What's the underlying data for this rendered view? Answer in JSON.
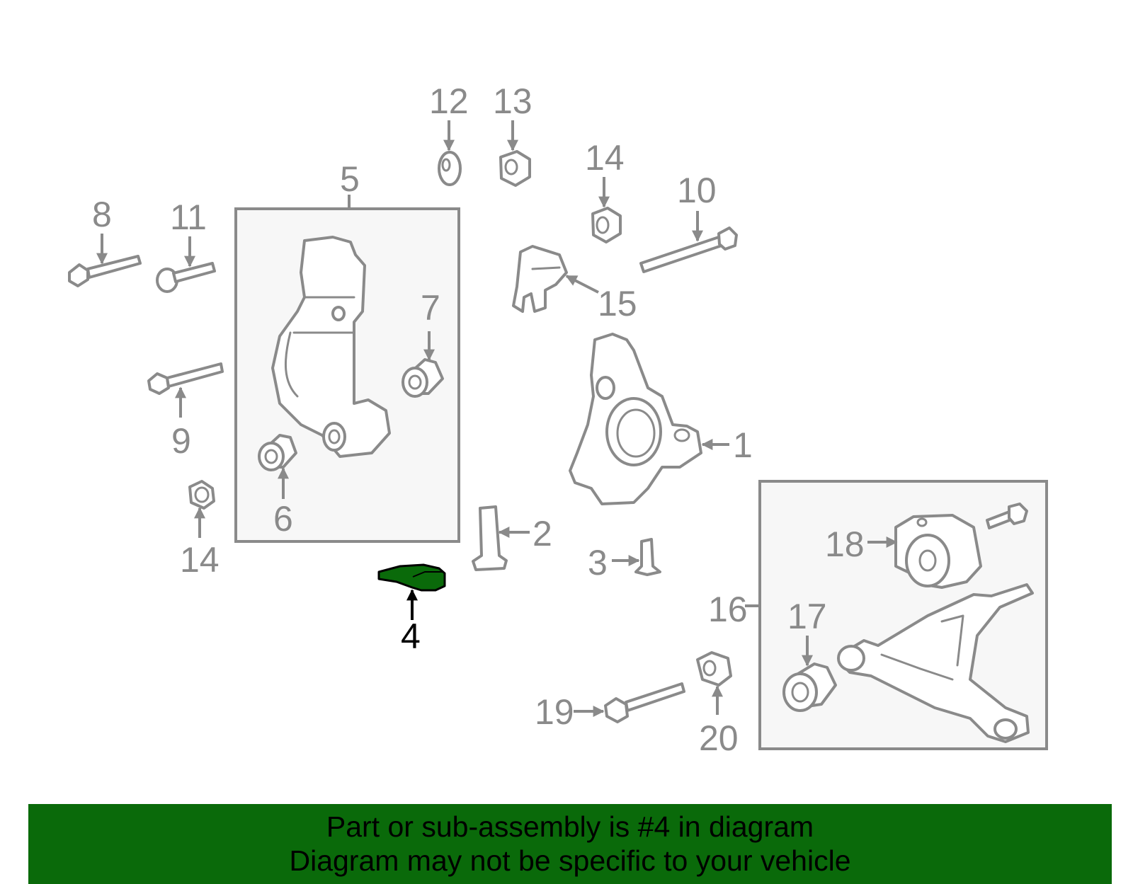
{
  "diagram": {
    "highlight_part": "4",
    "highlight_color": "#0a6a0a",
    "line_color": "#8a8a8a",
    "callouts": [
      {
        "id": "c1",
        "label": "1"
      },
      {
        "id": "c2",
        "label": "2"
      },
      {
        "id": "c3",
        "label": "3"
      },
      {
        "id": "c4",
        "label": "4"
      },
      {
        "id": "c5",
        "label": "5"
      },
      {
        "id": "c6",
        "label": "6"
      },
      {
        "id": "c7",
        "label": "7"
      },
      {
        "id": "c8",
        "label": "8"
      },
      {
        "id": "c9",
        "label": "9"
      },
      {
        "id": "c10",
        "label": "10"
      },
      {
        "id": "c11",
        "label": "11"
      },
      {
        "id": "c12",
        "label": "12"
      },
      {
        "id": "c13",
        "label": "13"
      },
      {
        "id": "c14a",
        "label": "14"
      },
      {
        "id": "c14b",
        "label": "14"
      },
      {
        "id": "c15",
        "label": "15"
      },
      {
        "id": "c16",
        "label": "16"
      },
      {
        "id": "c17",
        "label": "17"
      },
      {
        "id": "c18",
        "label": "18"
      },
      {
        "id": "c19",
        "label": "19"
      },
      {
        "id": "c20",
        "label": "20"
      }
    ]
  },
  "footer": {
    "line1": "Part or sub-assembly is #4 in diagram",
    "line2": "Diagram may not be specific to your vehicle",
    "background": "#0a6a0a"
  }
}
